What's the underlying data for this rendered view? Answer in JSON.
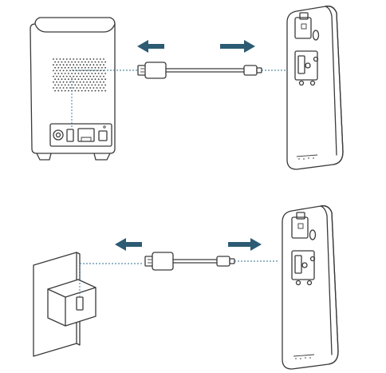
{
  "diagram": {
    "panels": [
      {
        "id": "top",
        "source": "base-station",
        "target": "doorbell-device",
        "arrows": [
          "left",
          "right"
        ]
      },
      {
        "id": "bottom",
        "source": "wall-power-adapter",
        "target": "doorbell-device",
        "arrows": [
          "left",
          "right"
        ]
      }
    ],
    "colors": {
      "arrow": "#2c5b73",
      "line": "#3a3a3a",
      "guide": "#2f6f8f",
      "background": "#ffffff"
    }
  }
}
